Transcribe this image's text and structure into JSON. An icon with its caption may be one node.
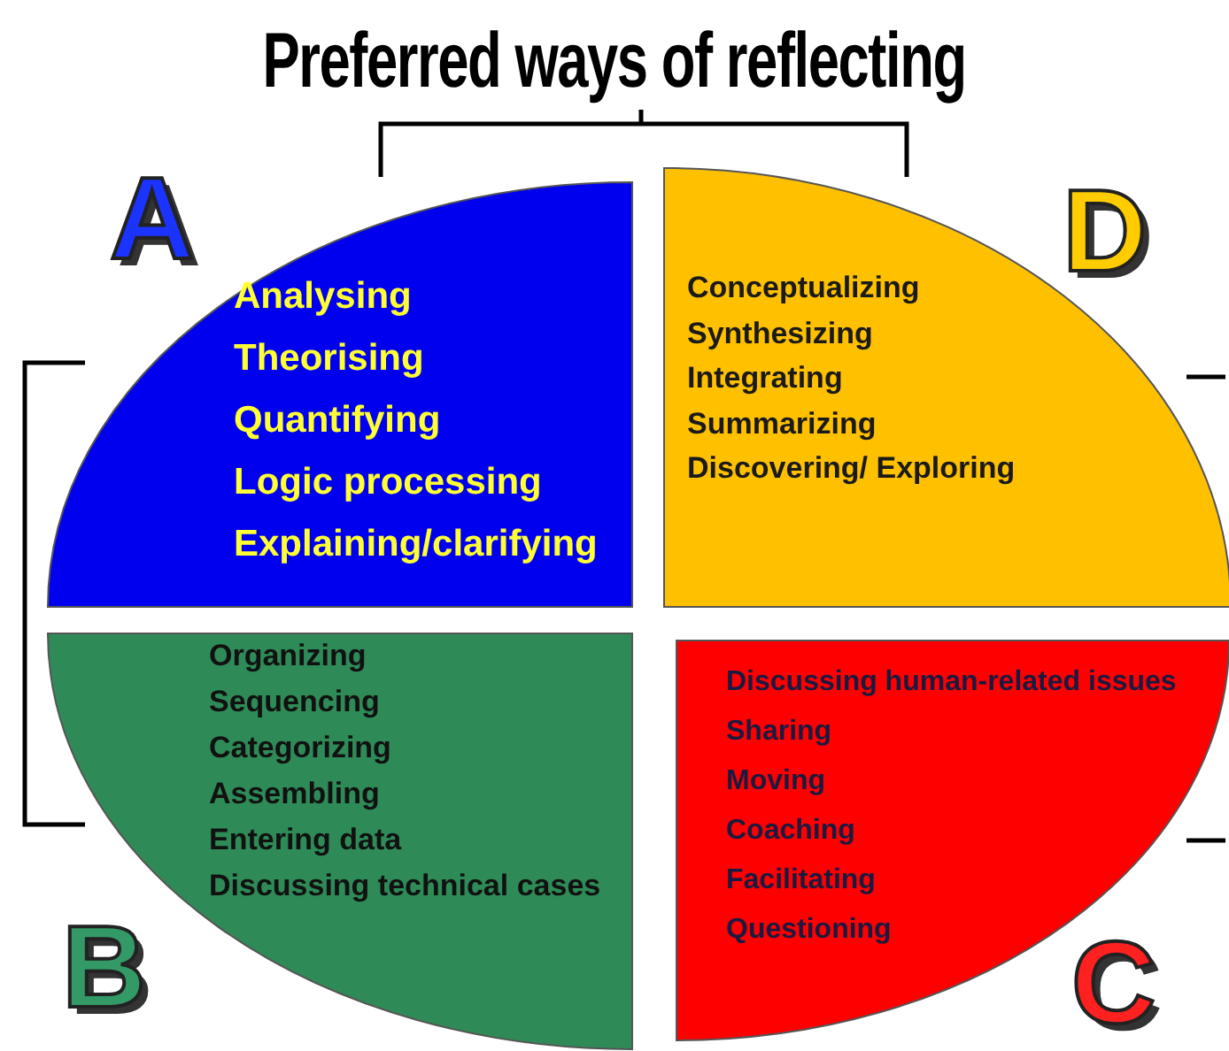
{
  "diagram": {
    "title": "Preferred ways of reflecting",
    "nodes": [
      {
        "text": [
          "A",
          "Analysing",
          "Theorising",
          "Quantifying",
          "Logic processing",
          "Explaining/clarifying"
        ]
      },
      {
        "text": [
          "D",
          "Conceptualizing",
          "Synthesizing",
          "Integrating",
          "Summarizing",
          "Discovering/ Exploring"
        ]
      },
      {
        "text": [
          "B",
          "Organizing",
          "Sequencing",
          "Categorizing",
          "Assembling",
          "Entering data",
          "Discussing technical cases"
        ]
      },
      {
        "text": [
          "C",
          "Discussing human-related issues",
          "Sharing",
          "Moving",
          "Coaching",
          "Facilitating",
          "Questioning"
        ]
      }
    ]
  }
}
